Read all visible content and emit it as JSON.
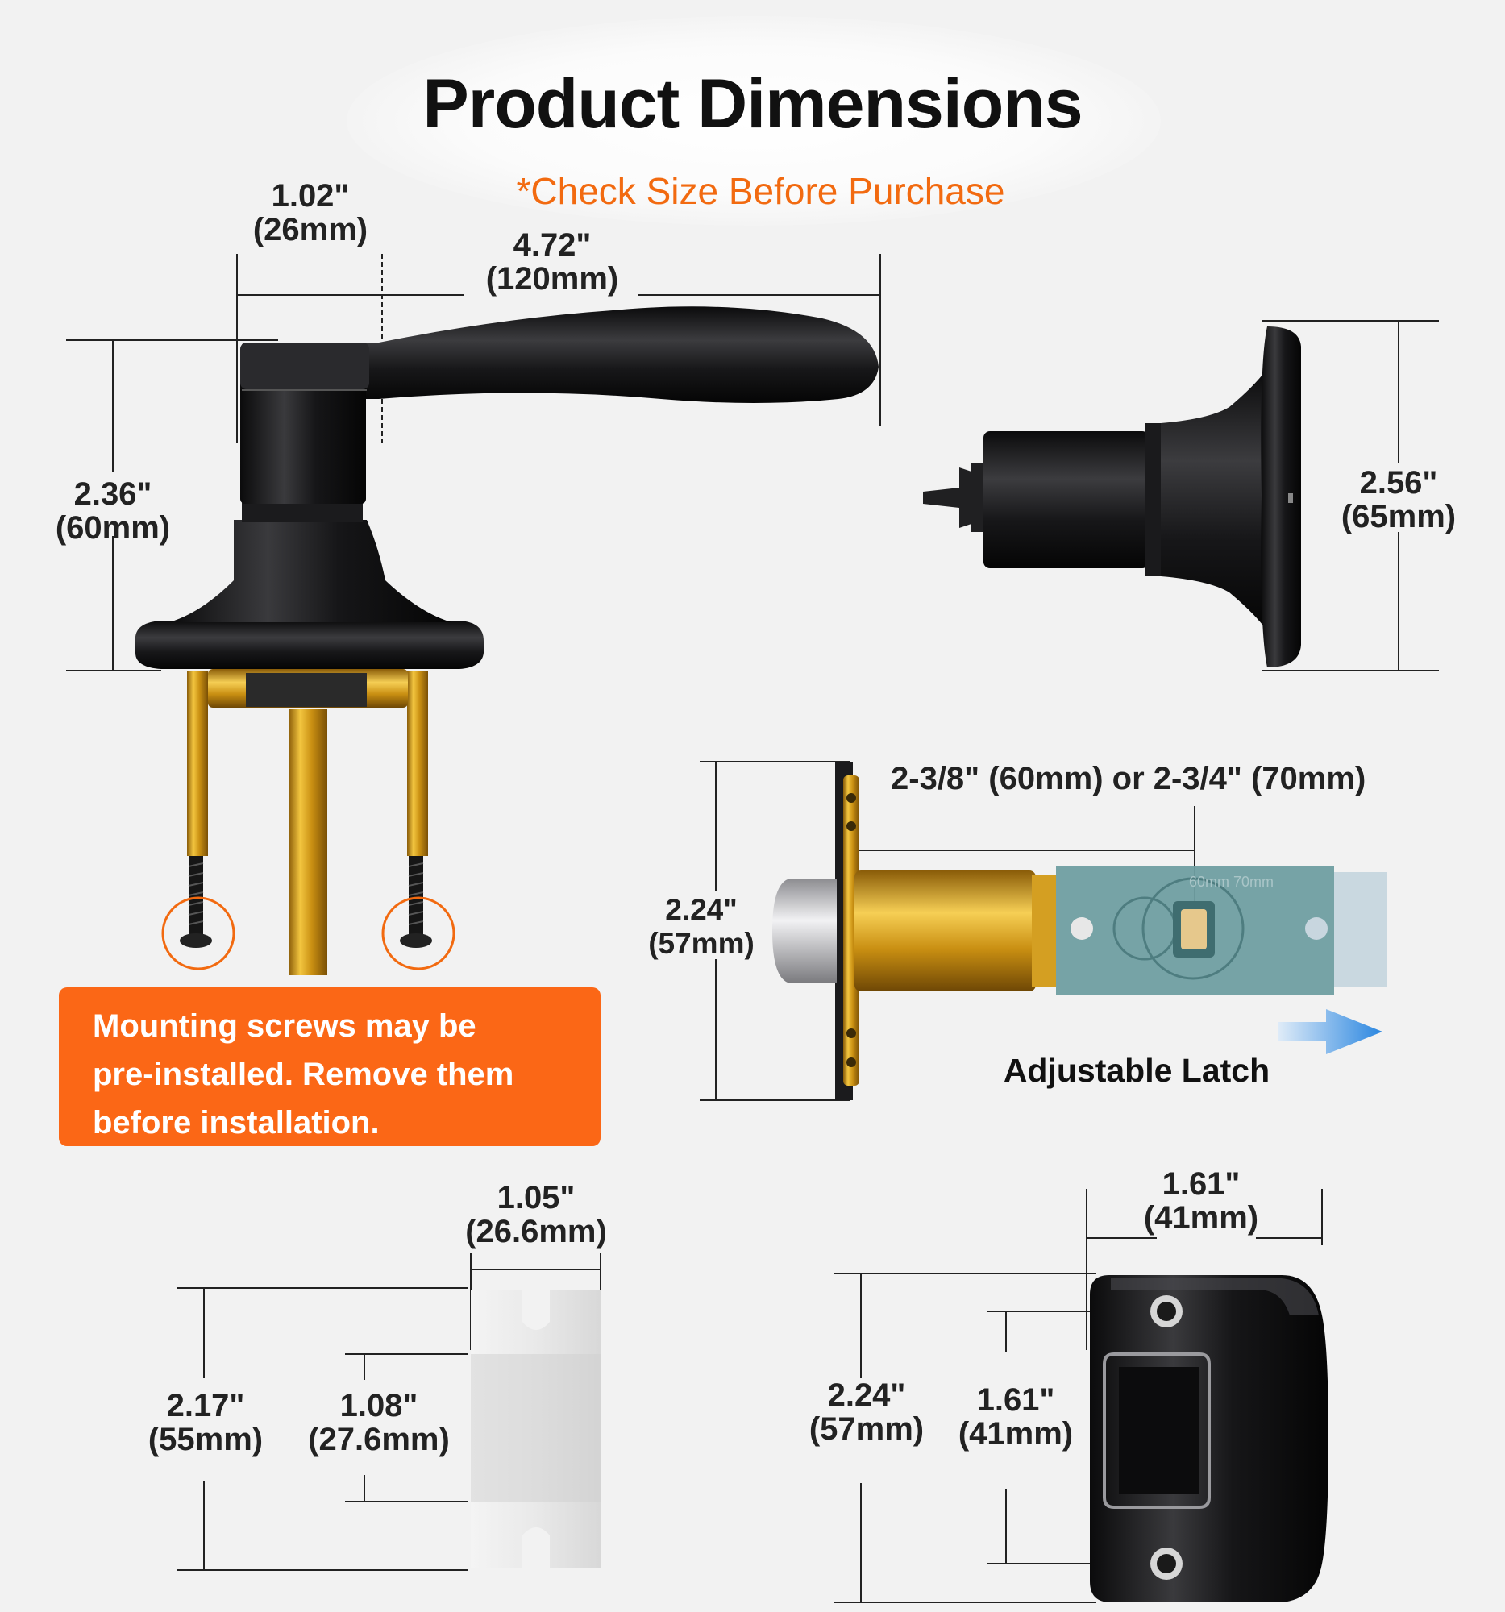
{
  "title": "Product Dimensions",
  "subtitle": "*Check Size Before Purchase",
  "lever": {
    "width_in": "1.02\"",
    "width_mm": "(26mm)",
    "length_in": "4.72\"",
    "length_mm": "(120mm)",
    "height_in": "2.36\"",
    "height_mm": "(60mm)"
  },
  "rose": {
    "dia_in": "2.56\"",
    "dia_mm": "(65mm)"
  },
  "latch": {
    "backset": "2-3/8\" (60mm) or 2-3/4\" (70mm)",
    "face_in": "2.24\"",
    "face_mm": "(57mm)",
    "caption": "Adjustable Latch",
    "marks": [
      "60mm",
      "70mm"
    ]
  },
  "note": {
    "lines": [
      "Mounting screws may be",
      "pre-installed. Remove them",
      "before installation."
    ]
  },
  "dust_box": {
    "width_in": "1.05\"",
    "width_mm": "(26.6mm)",
    "height_in": "2.17\"",
    "height_mm": "(55mm)",
    "inner_in": "1.08\"",
    "inner_mm": "(27.6mm)"
  },
  "strike": {
    "width_in": "1.61\"",
    "width_mm": "(41mm)",
    "height_in": "2.24\"",
    "height_mm": "(57mm)",
    "holes_in": "1.61\"",
    "holes_mm": "(41mm)"
  },
  "colors": {
    "accent": "#fb6716",
    "metal_black": "#1c1c1e",
    "brass": "#d9a521",
    "latch_plate": "#6f9ea1"
  }
}
